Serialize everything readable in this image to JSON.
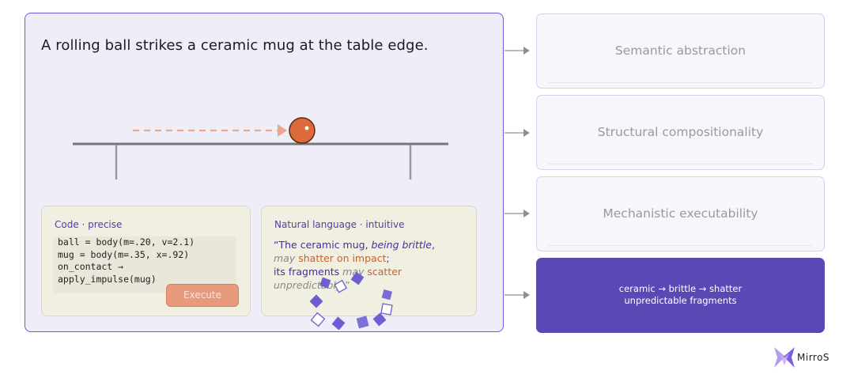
{
  "panel": {
    "title": "A rolling ball strikes a ceramic mug at the table edge."
  },
  "code_card": {
    "heading": "Code · precise",
    "lines": [
      "ball = body(m=.20, v=2.1)",
      "mug = body(m=.35, x=.92)",
      "on_contact →",
      "apply_impulse(mug)"
    ],
    "execute_label": "Execute"
  },
  "nl_card": {
    "heading": "Natural language · intuitive",
    "line1": [
      "“The ceramic mug, ",
      "being brittle",
      ","
    ],
    "line2": [
      "may ",
      "shatter on impact",
      ";"
    ],
    "line3": [
      "its fragments ",
      "may ",
      "scatter"
    ],
    "line4": [
      "unpredictably",
      ".”"
    ]
  },
  "boxes": [
    {
      "label": "Semantic abstraction"
    },
    {
      "label": "Structural compositionality"
    },
    {
      "label": "Mechanistic executability"
    }
  ],
  "final_box": {
    "line1": "ceramic → brittle → shatter",
    "line2": "unpredictable fragments"
  },
  "logo": {
    "text": "MirroS"
  },
  "colors": {
    "accent": "#5a49b5",
    "ball": "#dc6a3a",
    "fragment": "#6d5fd2"
  }
}
